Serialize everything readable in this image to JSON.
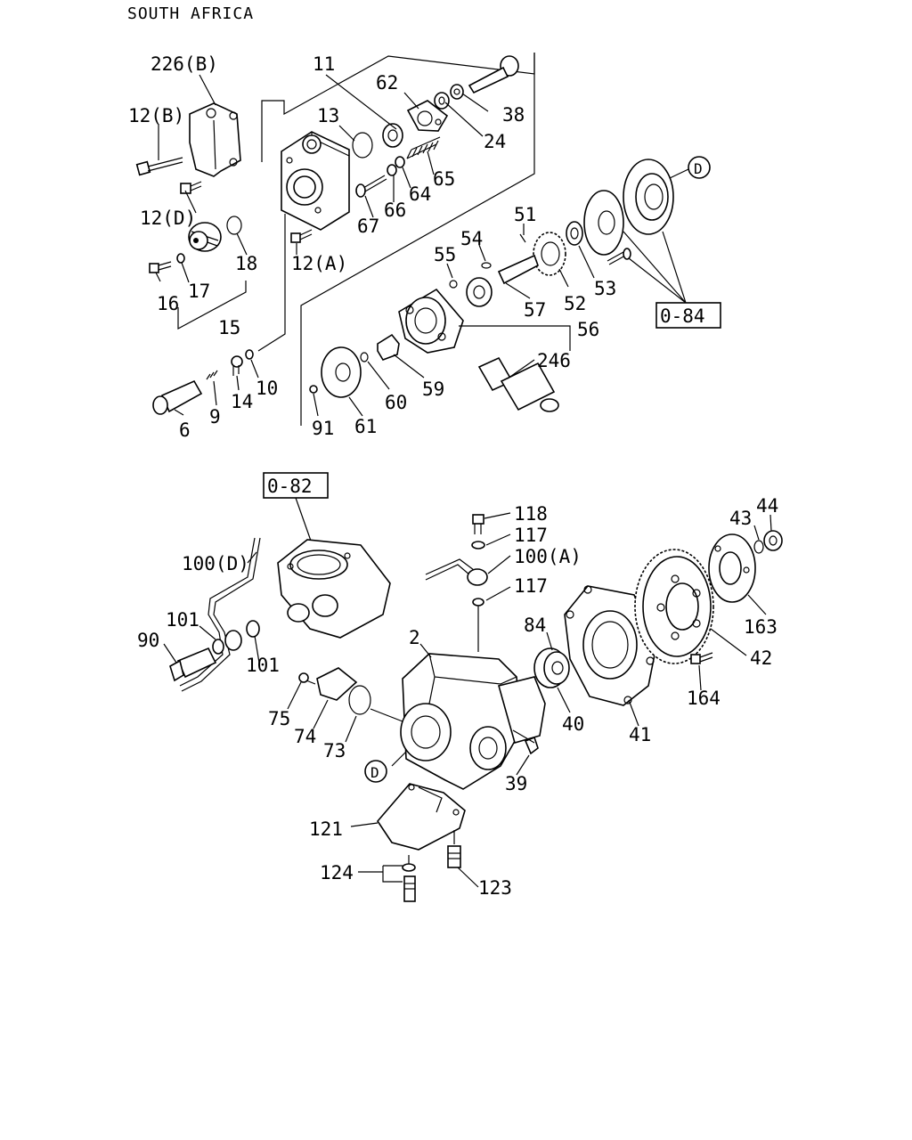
{
  "header": "SOUTH AFRICA",
  "top_labels": {
    "p226b": "226(B)",
    "p11": "11",
    "p62": "62",
    "p38": "38",
    "p12b": "12(B)",
    "p13": "13",
    "p24": "24",
    "p65": "65",
    "p12d": "12(D)",
    "p66": "66",
    "p64": "64",
    "p67": "67",
    "p18": "18",
    "p12a": "12(A)",
    "p51": "51",
    "pD1": "D",
    "p54": "54",
    "p55": "55",
    "p16": "16",
    "p17": "17",
    "p15": "15",
    "p52": "52",
    "p53": "53",
    "p57": "57",
    "p56": "56",
    "p246": "246",
    "p10": "10",
    "p14": "14",
    "p9": "9",
    "p6": "6",
    "p91": "91",
    "p61": "61",
    "p60": "60",
    "p59": "59",
    "ref084": "0-84"
  },
  "bottom_labels": {
    "ref082": "0-82",
    "p118": "118",
    "p117a": "117",
    "p100a": "100(A)",
    "p117b": "117",
    "p100d": "100(D)",
    "p43": "43",
    "p44": "44",
    "p101a": "101",
    "p90": "90",
    "p101b": "101",
    "p2": "2",
    "p84": "84",
    "p163": "163",
    "p42": "42",
    "p164": "164",
    "p75": "75",
    "p74": "74",
    "p73": "73",
    "p40": "40",
    "p41": "41",
    "pD2": "D",
    "p39": "39",
    "p121": "121",
    "p124": "124",
    "p123": "123"
  }
}
